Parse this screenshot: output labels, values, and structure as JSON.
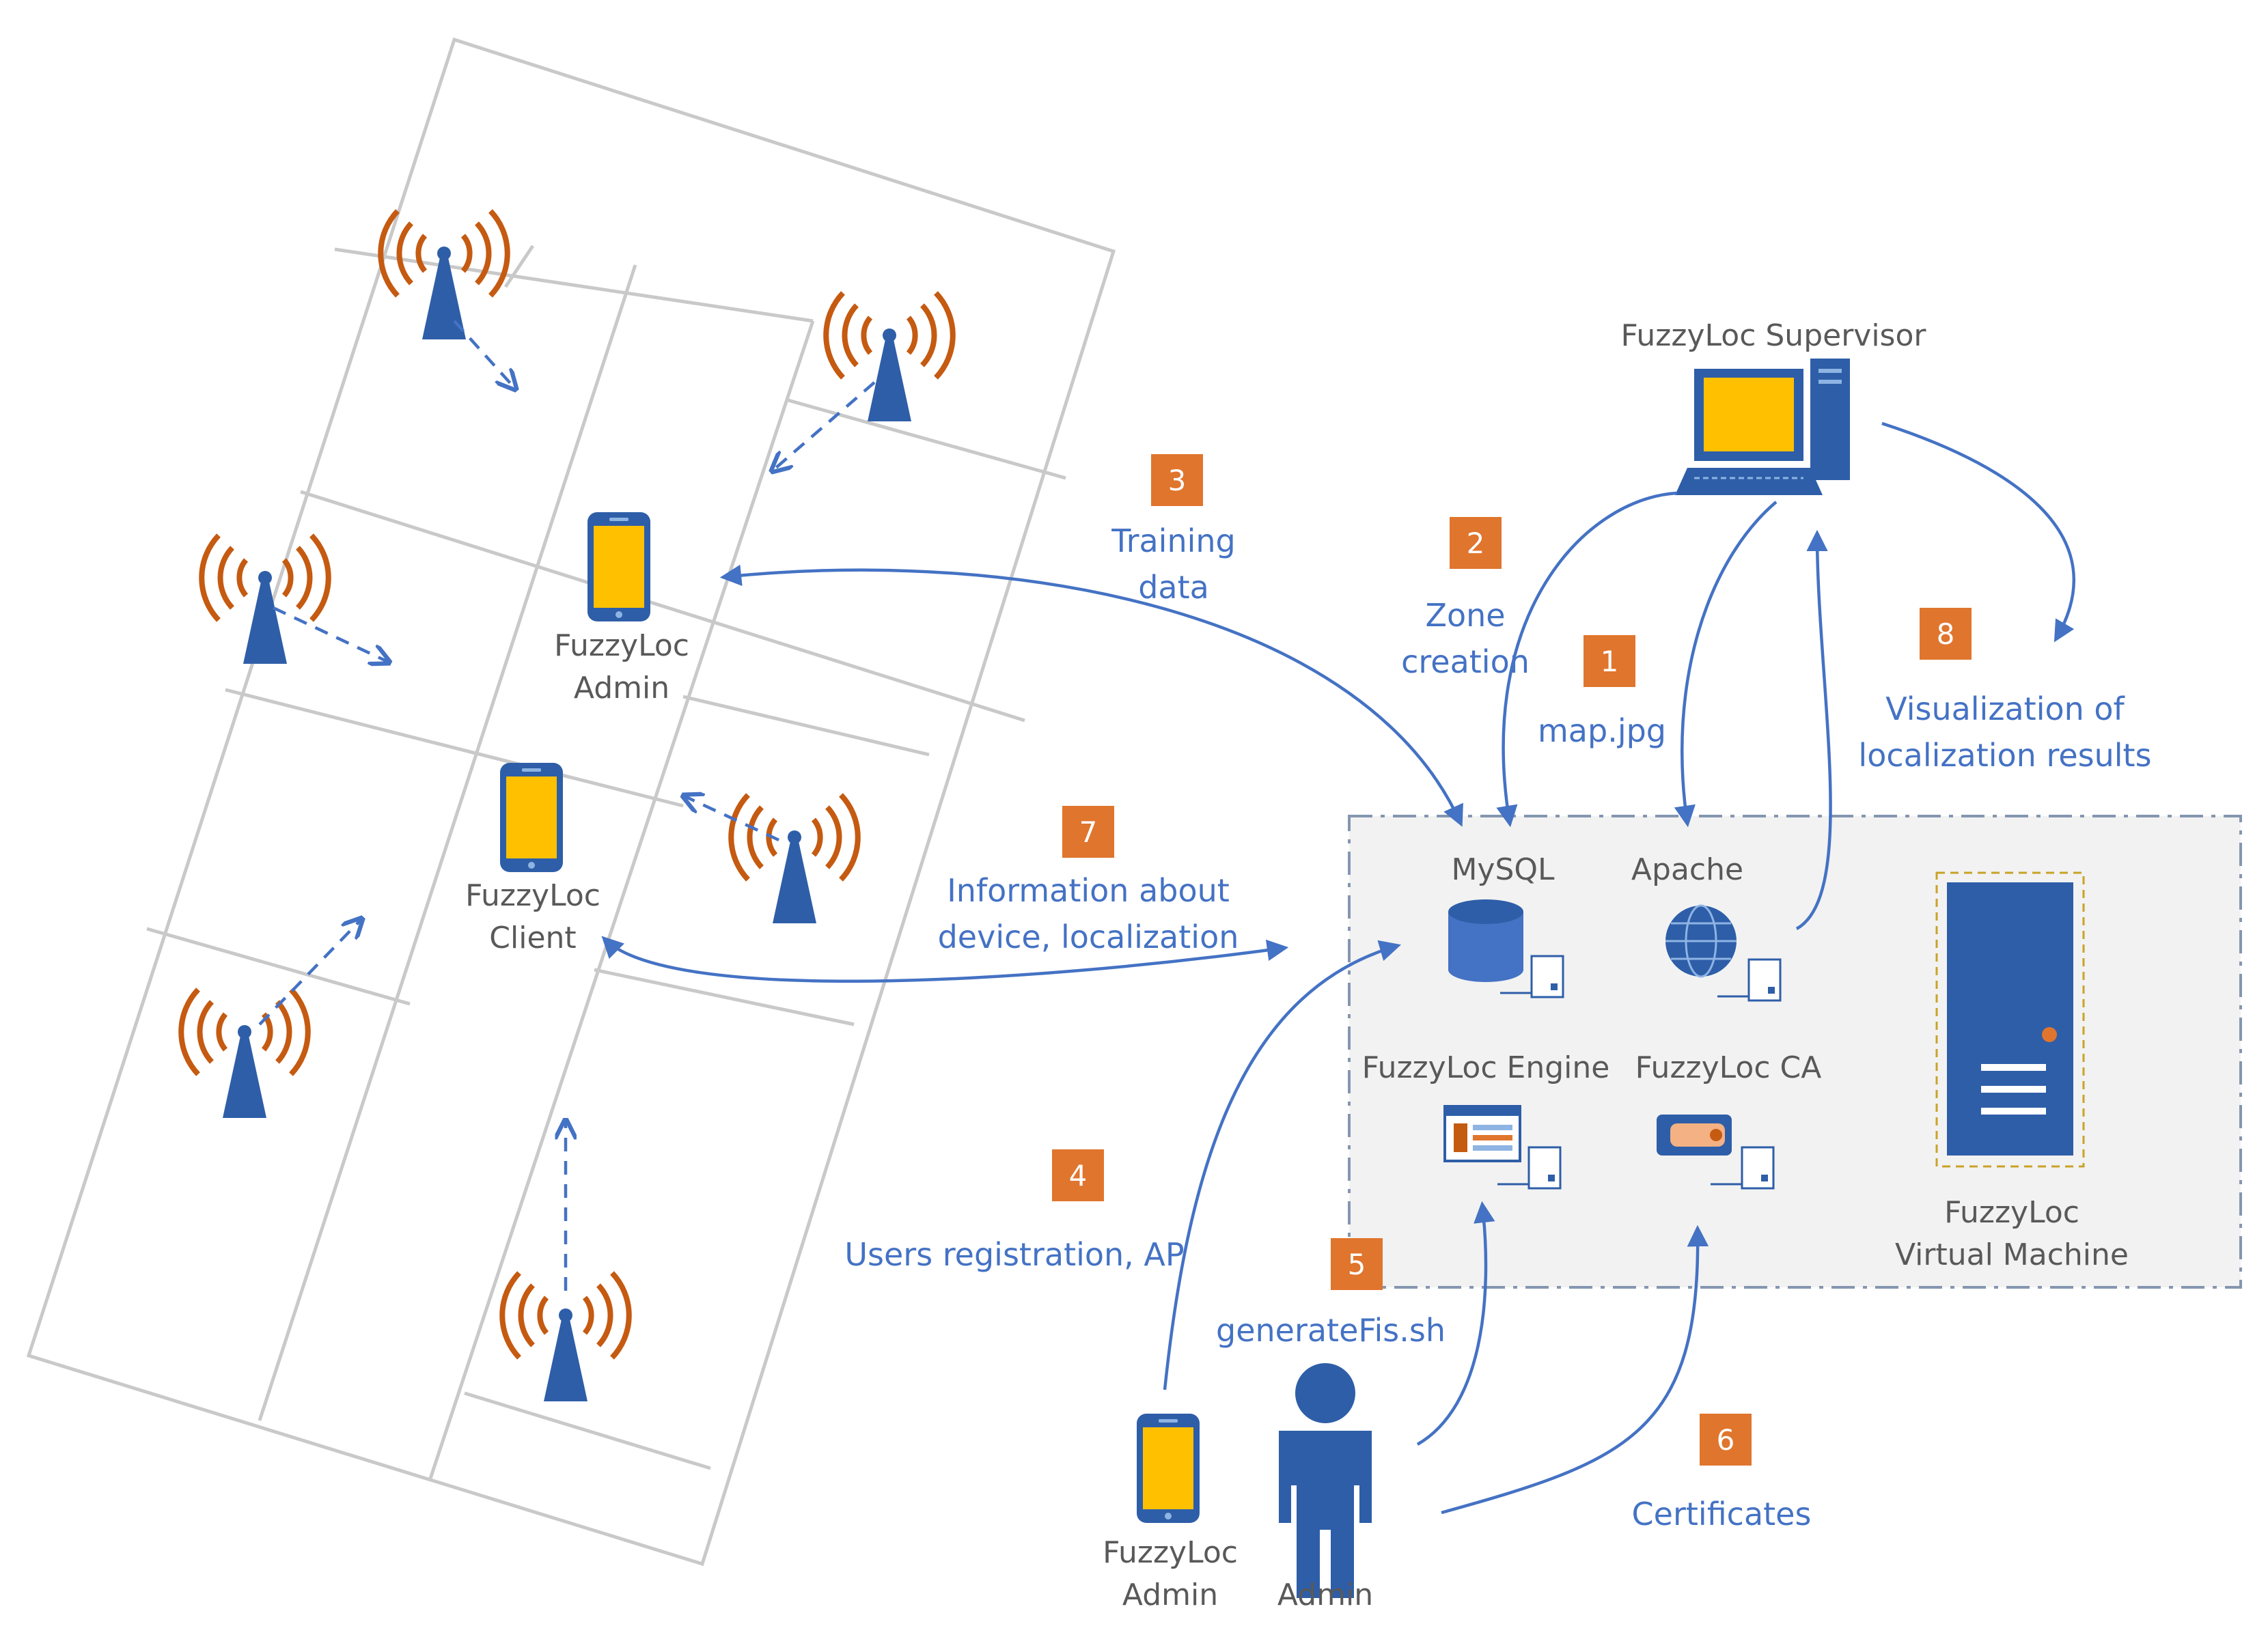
{
  "labels": {
    "supervisor": "FuzzyLoc Supervisor",
    "mysql": "MySQL",
    "apache": "Apache",
    "engine": "FuzzyLoc Engine",
    "ca": "FuzzyLoc CA",
    "vm_line1": "FuzzyLoc",
    "vm_line2": "Virtual Machine",
    "map_admin_line1": "FuzzyLoc",
    "map_admin_line2": "Admin",
    "map_client_line1": "FuzzyLoc",
    "map_client_line2": "Client",
    "bottom_admin_line1": "FuzzyLoc",
    "bottom_admin_line2": "Admin",
    "admin": "Admin"
  },
  "steps": [
    {
      "num": "1",
      "line1": "map.jpg",
      "line2": ""
    },
    {
      "num": "2",
      "line1": "Zone",
      "line2": "creation"
    },
    {
      "num": "3",
      "line1": "Training",
      "line2": "data"
    },
    {
      "num": "4",
      "line1": "Users registration, AP",
      "line2": ""
    },
    {
      "num": "5",
      "line1": "generateFis.sh",
      "line2": ""
    },
    {
      "num": "6",
      "line1": "Certificates",
      "line2": ""
    },
    {
      "num": "7",
      "line1": "Information about",
      "line2": "device, localization"
    },
    {
      "num": "8",
      "line1": "Visualization of",
      "line2": "localization results"
    }
  ],
  "colors": {
    "accent_blue": "#4472c4",
    "badge_orange": "#e0752d",
    "screen_yellow": "#ffc000",
    "antenna_waves": "#c55a11",
    "vm_box_fill": "#f2f2f2",
    "vm_border": "#8496b0"
  },
  "icons": [
    "wifi-access-point-icon",
    "smartphone-icon",
    "desktop-computer-icon",
    "database-icon",
    "globe-icon",
    "application-window-icon",
    "certificate-icon",
    "server-tower-icon",
    "person-icon"
  ]
}
